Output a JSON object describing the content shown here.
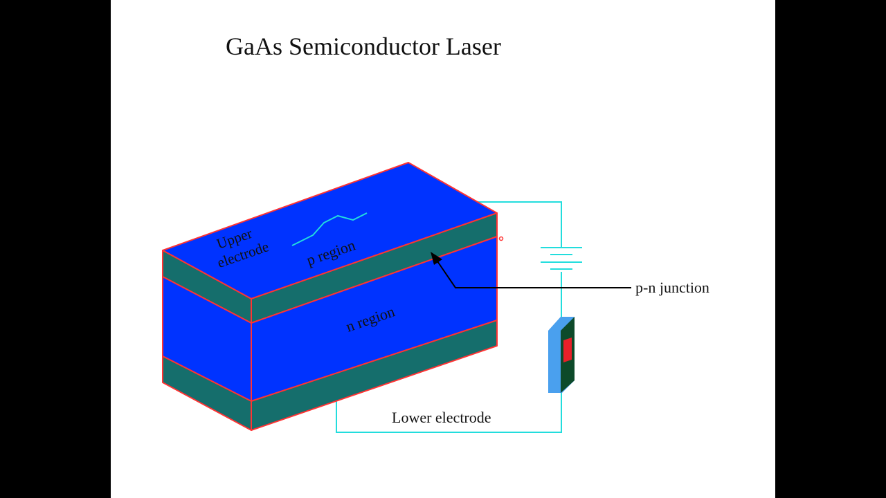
{
  "title": "GaAs Semiconductor Laser",
  "labels": {
    "upper_electrode_line1": "Upper",
    "upper_electrode_line2": "electrode",
    "p_region": "p region",
    "n_region": "n region",
    "pn_junction": "p-n junction",
    "lower_electrode": "Lower electrode"
  },
  "colors": {
    "region_fill": "#0033ff",
    "layer_fill": "#156e6c",
    "edge": "#ff3333",
    "wire": "#22dddd",
    "background": "#ffffff",
    "frame": "#000000"
  }
}
